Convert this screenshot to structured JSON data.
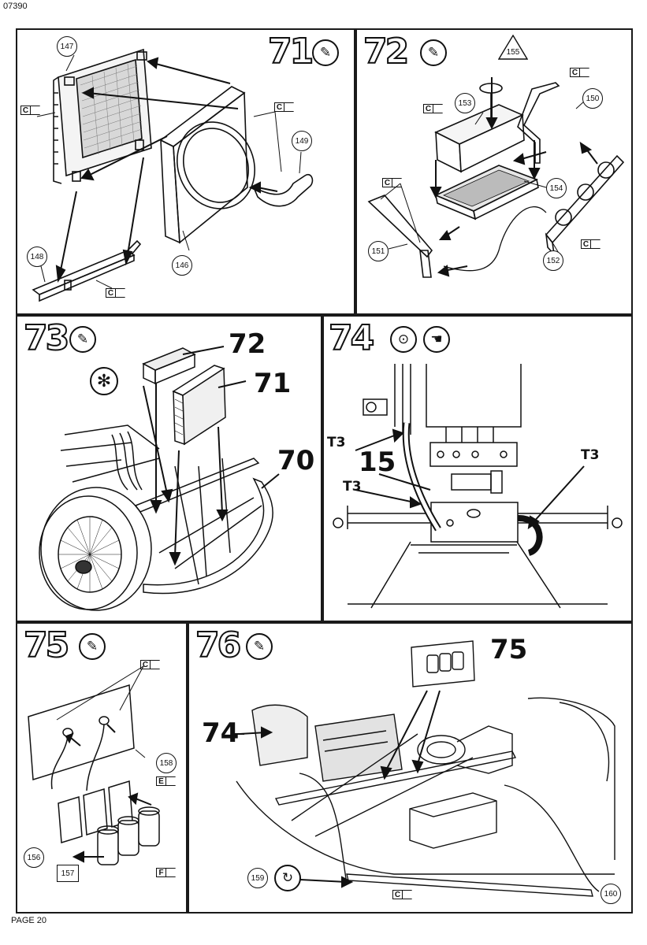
{
  "header": {
    "code": "07390"
  },
  "footer": {
    "page": "PAGE 20"
  },
  "panels": {
    "s71": {
      "step": "71",
      "icon": "glue-tube-icon",
      "parts": [
        "147",
        "148",
        "146",
        "149"
      ],
      "color_code": "C"
    },
    "s72": {
      "step": "72",
      "icon": "glue-tube-icon",
      "parts": [
        "155",
        "153",
        "150",
        "154",
        "151",
        "152"
      ],
      "color_code": "C"
    },
    "s73": {
      "step": "73",
      "icon": "glue-tube-icon",
      "asterisk": "✻",
      "refs": [
        "72",
        "71",
        "70"
      ]
    },
    "s74": {
      "step": "74",
      "icons": [
        "view-from-top-icon",
        "hand-bend-icon"
      ],
      "refs": [
        "15"
      ],
      "labels": [
        "T3",
        "T3",
        "T3"
      ]
    },
    "s75": {
      "step": "75",
      "icon": "glue-tube-icon",
      "parts": [
        "158",
        "156",
        "157"
      ],
      "color_codes": [
        "C",
        "E",
        "F"
      ]
    },
    "s76": {
      "step": "76",
      "icon": "glue-tube-icon",
      "refs": [
        "75",
        "74"
      ],
      "parts": [
        "159",
        "160"
      ],
      "color_code": "C"
    }
  }
}
